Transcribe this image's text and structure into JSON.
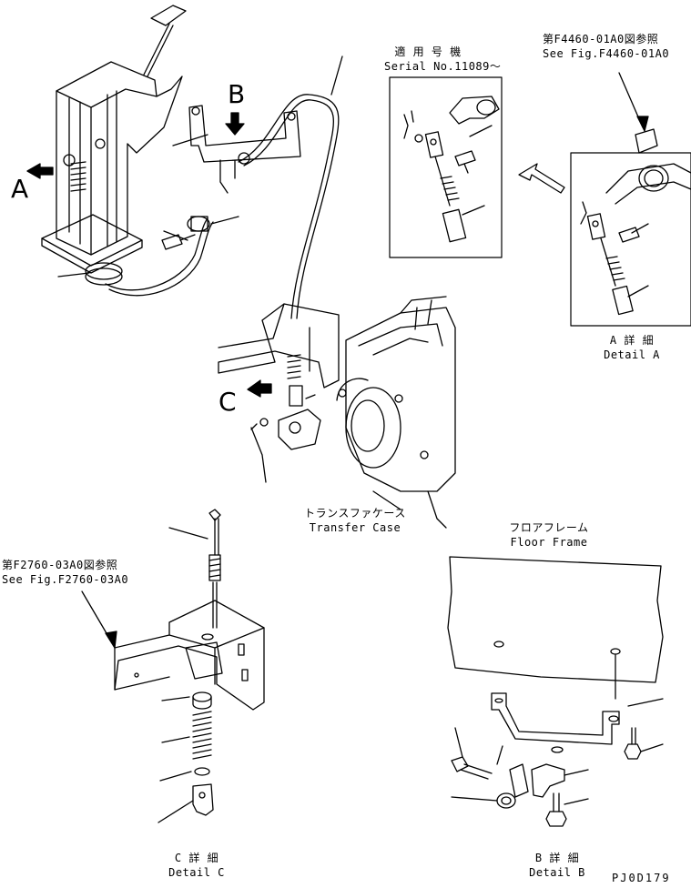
{
  "view_letters": {
    "a": "A",
    "b": "B",
    "c": "C"
  },
  "serial_note": {
    "jp": "適 用 号 機",
    "en": "Serial No.11089〜"
  },
  "ref_top": {
    "jp": "第F4460-01A0図参照",
    "en": "See Fig.F4460-01A0"
  },
  "ref_left": {
    "jp": "第F2760-03A0図参照",
    "en": "See Fig.F2760-03A0"
  },
  "transfer_case": {
    "jp": "トランスファケース",
    "en": "Transfer Case"
  },
  "floor_frame": {
    "jp": "フロアフレーム",
    "en": "Floor Frame"
  },
  "detail_a": {
    "jp": "A 詳 細",
    "en": "Detail A"
  },
  "detail_b": {
    "jp": "B 詳 細",
    "en": "Detail B"
  },
  "detail_c": {
    "jp": "C 詳 細",
    "en": "Detail C"
  },
  "drawing_no": "PJ0D179"
}
